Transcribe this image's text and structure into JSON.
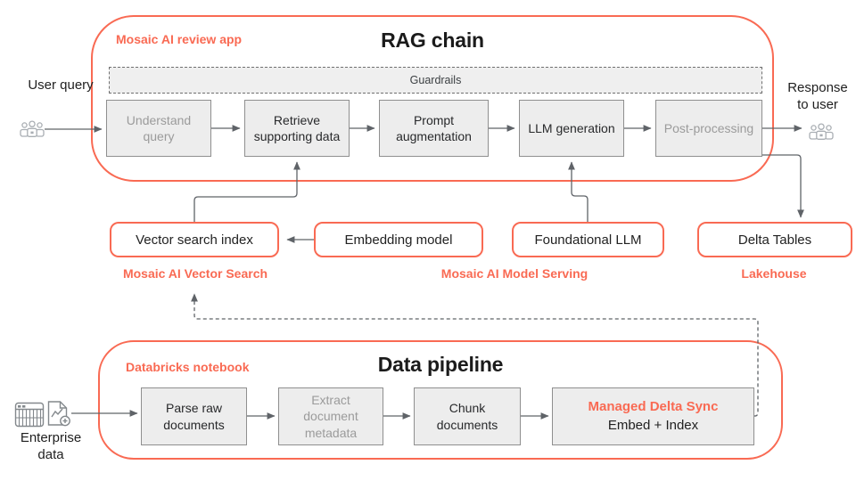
{
  "colors": {
    "coral": "#F96A53",
    "box_fill": "#EDEDED",
    "box_border": "#8F8F8F",
    "muted_text": "#9B9B9B",
    "line": "#5F6368"
  },
  "left": {
    "user_query": "User query",
    "enterprise_data": "Enterprise data"
  },
  "right": {
    "response": "Response to user"
  },
  "rag_chain": {
    "app_label": "Mosaic AI review app",
    "title": "RAG chain",
    "guardrails_label": "Guardrails",
    "steps": [
      {
        "label": "Understand query",
        "muted": true
      },
      {
        "label": "Retrieve supporting data",
        "muted": false
      },
      {
        "label": "Prompt augmentation",
        "muted": false
      },
      {
        "label": "LLM generation",
        "muted": false
      },
      {
        "label": "Post-processing",
        "muted": true
      }
    ]
  },
  "services": {
    "vector_search": {
      "box": "Vector search index",
      "label": "Mosaic AI Vector Search"
    },
    "model_serving": {
      "embedding_box": "Embedding model",
      "llm_box": "Foundational LLM",
      "label": "Mosaic AI Model Serving"
    },
    "lakehouse": {
      "box": "Delta Tables",
      "label": "Lakehouse"
    }
  },
  "data_pipeline": {
    "app_label": "Databricks notebook",
    "title": "Data pipeline",
    "steps": [
      {
        "label": "Parse raw documents",
        "muted": false
      },
      {
        "label": "Extract document metadata",
        "muted": true
      },
      {
        "label": "Chunk documents",
        "muted": false
      }
    ],
    "managed_sync": {
      "title": "Managed Delta Sync",
      "subtitle": "Embed + Index"
    }
  }
}
